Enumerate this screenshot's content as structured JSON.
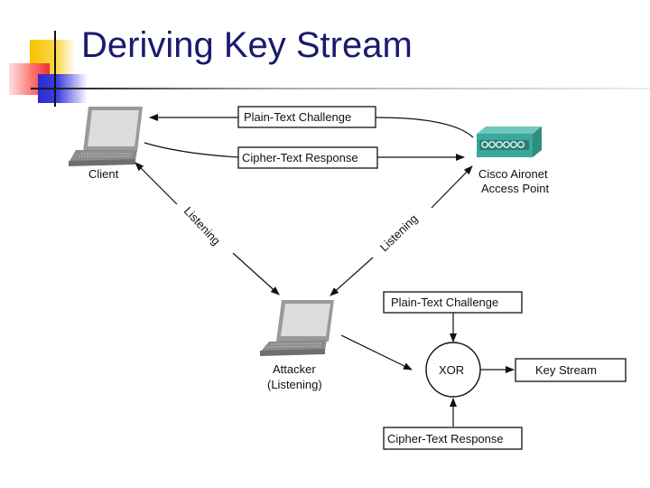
{
  "slide": {
    "title": "Deriving Key Stream"
  },
  "diagram": {
    "nodes": {
      "client": "Client",
      "access_point_line1": "Cisco Aironet",
      "access_point_line2": "Access Point",
      "attacker_line1": "Attacker",
      "attacker_line2": "(Listening)",
      "xor": "XOR"
    },
    "boxes": {
      "top_challenge": "Plain-Text Challenge",
      "top_response": "Cipher-Text Response",
      "xor_challenge": "Plain-Text Challenge",
      "xor_response": "Cipher-Text Response",
      "key_stream": "Key Stream"
    },
    "edge_labels": {
      "left_listening": "Listening",
      "right_listening": "Listening"
    },
    "colors": {
      "access_point": "#3aa89a",
      "laptop_body": "#9a9a9a",
      "laptop_screen": "#d8d8d8",
      "title": "#1a1a6e"
    }
  }
}
